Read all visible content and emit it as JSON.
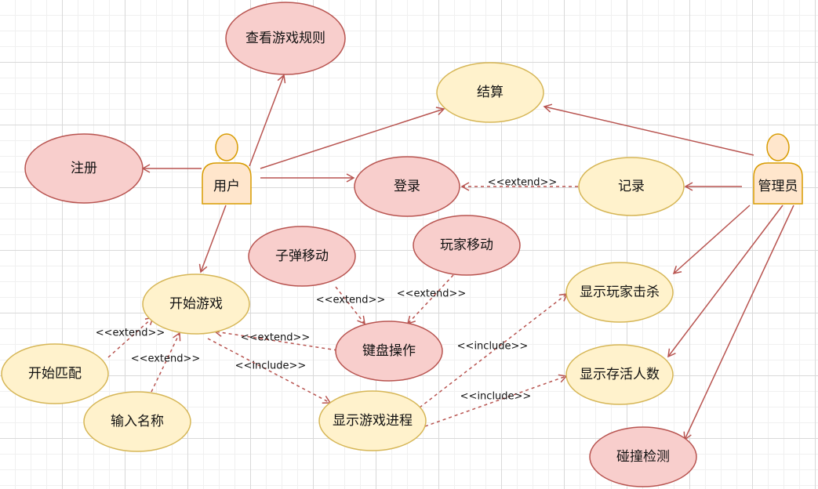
{
  "diagram": {
    "actors": [
      {
        "id": "user",
        "label": "用户"
      },
      {
        "id": "admin",
        "label": "管理员"
      }
    ],
    "use_cases": [
      {
        "id": "view_rules",
        "label": "查看游戏规则",
        "style": "red"
      },
      {
        "id": "settle",
        "label": "结算",
        "style": "yellow"
      },
      {
        "id": "register",
        "label": "注册",
        "style": "red"
      },
      {
        "id": "login",
        "label": "登录",
        "style": "red"
      },
      {
        "id": "record",
        "label": "记录",
        "style": "yellow"
      },
      {
        "id": "bullet_move",
        "label": "子弹移动",
        "style": "red"
      },
      {
        "id": "player_move",
        "label": "玩家移动",
        "style": "red"
      },
      {
        "id": "start_game",
        "label": "开始游戏",
        "style": "yellow"
      },
      {
        "id": "show_kills",
        "label": "显示玩家击杀",
        "style": "yellow"
      },
      {
        "id": "keyboard",
        "label": "键盘操作",
        "style": "red"
      },
      {
        "id": "start_match",
        "label": "开始匹配",
        "style": "yellow"
      },
      {
        "id": "show_alive",
        "label": "显示存活人数",
        "style": "yellow"
      },
      {
        "id": "enter_name",
        "label": "输入名称",
        "style": "yellow"
      },
      {
        "id": "show_progress",
        "label": "显示游戏进程",
        "style": "yellow"
      },
      {
        "id": "collision",
        "label": "碰撞检测",
        "style": "red"
      }
    ],
    "relations": [
      {
        "from": "user",
        "to": "view_rules",
        "type": "association"
      },
      {
        "from": "user",
        "to": "settle",
        "type": "association"
      },
      {
        "from": "user",
        "to": "register",
        "type": "association"
      },
      {
        "from": "user",
        "to": "login",
        "type": "association"
      },
      {
        "from": "user",
        "to": "start_game",
        "type": "association"
      },
      {
        "from": "admin",
        "to": "settle",
        "type": "association"
      },
      {
        "from": "admin",
        "to": "record",
        "type": "association"
      },
      {
        "from": "admin",
        "to": "show_kills",
        "type": "association"
      },
      {
        "from": "admin",
        "to": "show_alive",
        "type": "association"
      },
      {
        "from": "admin",
        "to": "collision",
        "type": "association"
      },
      {
        "from": "record",
        "to": "login",
        "type": "extend",
        "label": "<<extend>>"
      },
      {
        "from": "bullet_move",
        "to": "keyboard",
        "type": "extend",
        "label": "<<extend>>"
      },
      {
        "from": "player_move",
        "to": "keyboard",
        "type": "extend",
        "label": "<<extend>>"
      },
      {
        "from": "keyboard",
        "to": "start_game",
        "type": "extend",
        "label": "<<extend>>"
      },
      {
        "from": "start_match",
        "to": "start_game",
        "type": "extend",
        "label": "<<extend>>"
      },
      {
        "from": "enter_name",
        "to": "start_game",
        "type": "extend",
        "label": "<<extend>>"
      },
      {
        "from": "start_game",
        "to": "show_progress",
        "type": "include",
        "label": "<<include>>"
      },
      {
        "from": "show_progress",
        "to": "show_kills",
        "type": "include",
        "label": "<<include>>"
      },
      {
        "from": "show_progress",
        "to": "show_alive",
        "type": "include",
        "label": "<<include>>"
      }
    ]
  },
  "colors": {
    "red_fill": "#f8cecc",
    "red_stroke": "#b85450",
    "yellow_fill": "#fff2cc",
    "yellow_stroke": "#d6b656",
    "actor_fill": "#ffe6cc",
    "actor_stroke": "#d79b00",
    "edge": "#b85450"
  }
}
